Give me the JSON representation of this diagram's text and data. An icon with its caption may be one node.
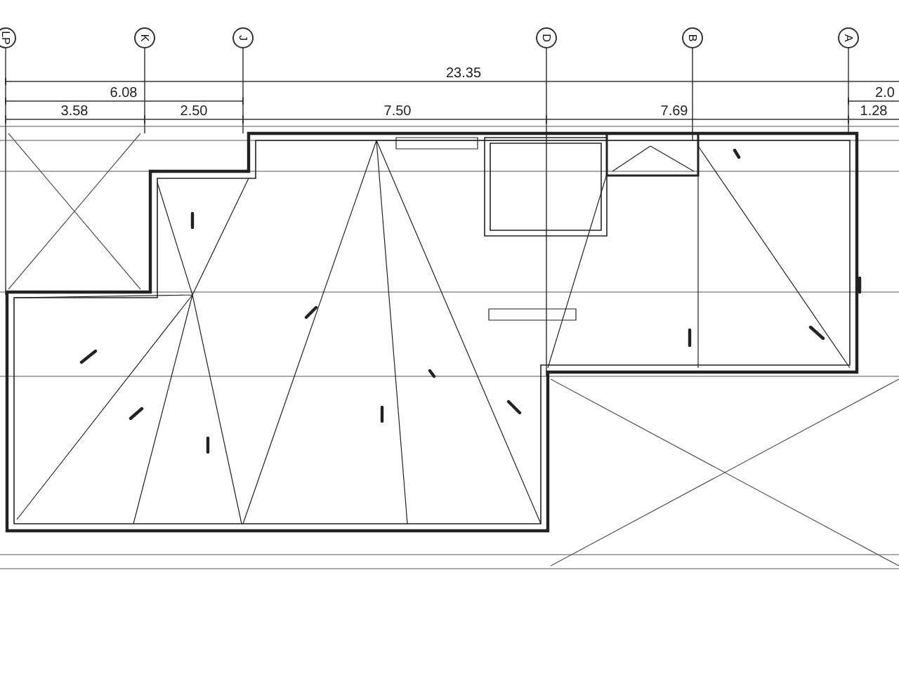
{
  "diagram": {
    "labels": [
      "LP",
      "K",
      "J",
      "D",
      "B",
      "A",
      "23.35",
      "6.08",
      "2.0",
      "3.58",
      "2.50",
      "7.50",
      "7.69",
      "1.28"
    ]
  }
}
